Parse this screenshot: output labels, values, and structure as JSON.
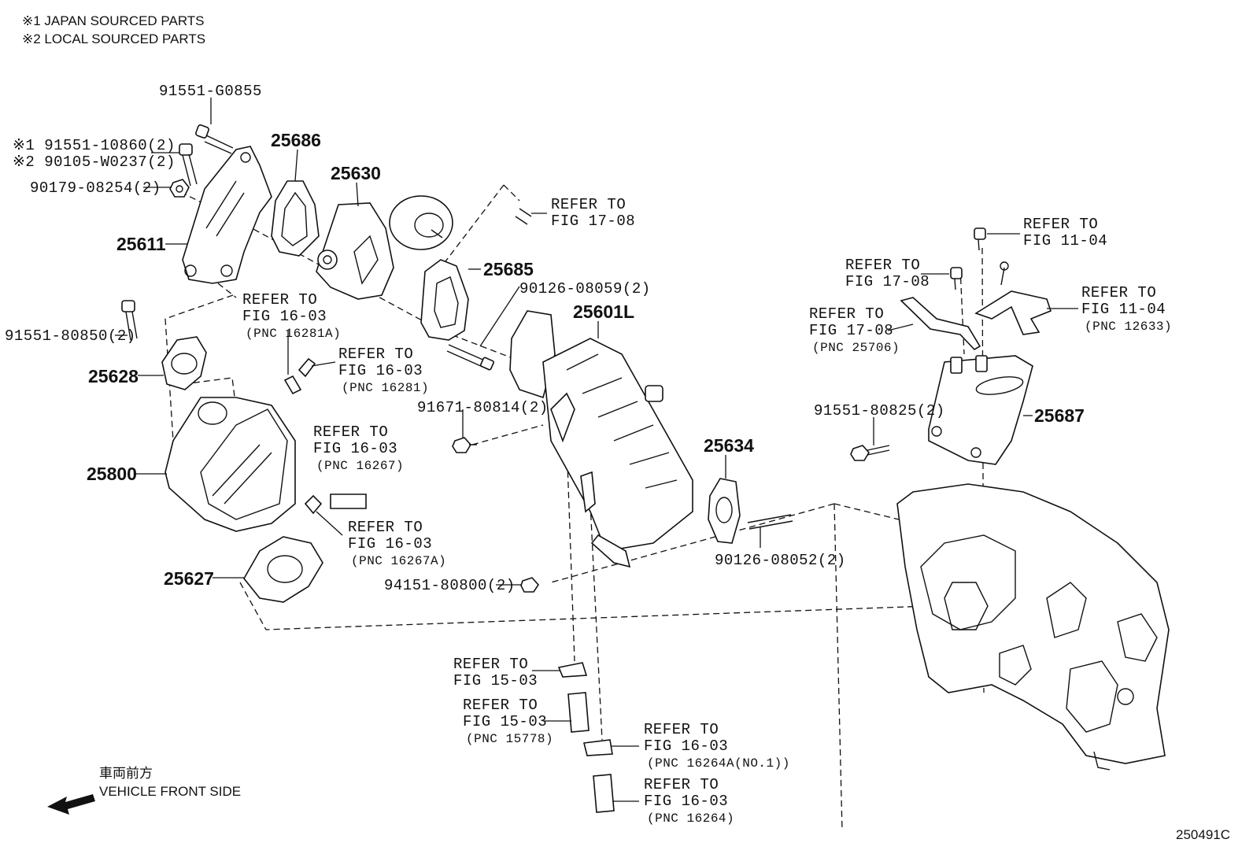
{
  "notes": {
    "japan": "※1 JAPAN SOURCED PARTS",
    "local": "※2 LOCAL SOURCED PARTS"
  },
  "labels": {
    "p_91551_G0855": "91551-G0855",
    "p_91551_10860": "※1 91551-10860(2)",
    "p_90105_W0237": "※2 90105-W0237(2)",
    "p_90179_08254": "90179-08254(2)",
    "p_25611": "25611",
    "p_25686": "25686",
    "p_25630": "25630",
    "p_25685": "25685",
    "p_90126_08059": "90126-08059(2)",
    "p_25601L": "25601L",
    "p_91551_80850": "91551-80850(2)",
    "p_25628": "25628",
    "p_25800": "25800",
    "p_25627": "25627",
    "p_91671_80814": "91671-80814(2)",
    "p_25634": "25634",
    "p_90126_08052": "90126-08052(2)",
    "p_94151_80800": "94151-80800(2)",
    "p_91551_80825": "91551-80825(2)",
    "p_25687": "25687"
  },
  "refs": {
    "r1704_top": [
      "REFER TO",
      "FIG 17-08"
    ],
    "r1603_16281A": [
      "REFER TO",
      "FIG 16-03",
      "(PNC 16281A)"
    ],
    "r1603_16281": [
      "REFER TO",
      "FIG 16-03",
      "(PNC 16281)"
    ],
    "r1603_16267": [
      "REFER TO",
      "FIG 16-03",
      "(PNC 16267)"
    ],
    "r1603_16267A": [
      "REFER TO",
      "FIG 16-03",
      "(PNC 16267A)"
    ],
    "r1104_a": [
      "REFER TO",
      "FIG 11-04"
    ],
    "r1708_b": [
      "REFER TO",
      "FIG 17-08"
    ],
    "r1708_25706": [
      "REFER TO",
      "FIG 17-08",
      "(PNC 25706)"
    ],
    "r1104_12633": [
      "REFER TO",
      "FIG 11-04",
      "(PNC 12633)"
    ],
    "r1503": [
      "REFER TO",
      "FIG 15-03"
    ],
    "r1503_15778": [
      "REFER TO",
      "FIG 15-03",
      "(PNC 15778)"
    ],
    "r1603_16264A": [
      "REFER TO",
      "FIG 16-03",
      "(PNC 16264A(NO.1))"
    ],
    "r1603_16264": [
      "REFER TO",
      "FIG 16-03",
      "(PNC 16264)"
    ]
  },
  "direction": {
    "jp": "車両前方",
    "en": "VEHICLE FRONT SIDE"
  },
  "diagram_id": "250491C"
}
